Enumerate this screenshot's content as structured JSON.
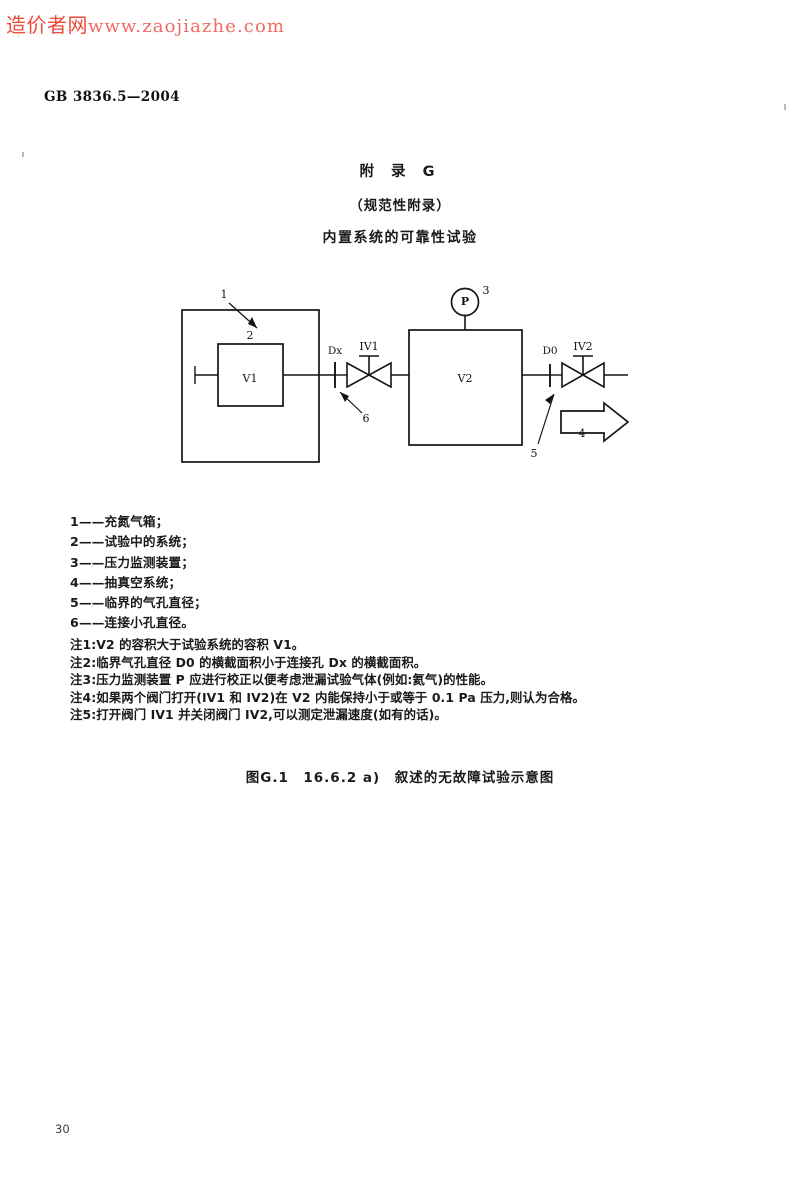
{
  "watermark": {
    "brand": "造价者网",
    "url": "www.zaojiazhe.com"
  },
  "header": {
    "standard_no": "GB 3836.5—2004"
  },
  "title": {
    "annex": "附 录 G",
    "kind": "（规范性附录）",
    "subject": "内置系统的可靠性试验"
  },
  "figure": {
    "labels": {
      "callout_1": "1",
      "callout_2": "2",
      "callout_3": "3",
      "callout_4": "4",
      "callout_5": "5",
      "callout_6": "6",
      "vessel_v1": "V1",
      "vessel_v2": "V2",
      "gauge_p": "P",
      "orifice_dx": "Dx",
      "orifice_d0": "D0",
      "valve_iv1": "IV1",
      "valve_iv2": "IV2"
    }
  },
  "legend": {
    "items": [
      "1——充氮气箱；",
      "2——试验中的系统；",
      "3——压力监测装置；",
      "4——抽真空系统；",
      "5——临界的气孔直径；",
      "6——连接小孔直径。"
    ]
  },
  "notes": {
    "items": [
      "注1:V2 的容积大于试验系统的容积 V1。",
      "注2:临界气孔直径 D0 的横截面积小于连接孔 Dx 的横截面积。",
      "注3:压力监测装置 P 应进行校正以便考虑泄漏试验气体(例如:氦气)的性能。",
      "注4:如果两个阀门打开(IV1 和 IV2)在 V2 内能保持小于或等于 0.1 Pa 压力,则认为合格。",
      "注5:打开阀门 IV1 并关闭阀门 IV2,可以测定泄漏速度(如有的话)。"
    ]
  },
  "caption": {
    "text": "图G.1　16.6.2 a)　叙述的无故障试验示意图"
  },
  "footer": {
    "page_number": "30"
  },
  "colors": {
    "watermark_cn": "#f0493c",
    "watermark_url": "#ef6b63",
    "ink": "#141414",
    "paper": "#ffffff"
  }
}
